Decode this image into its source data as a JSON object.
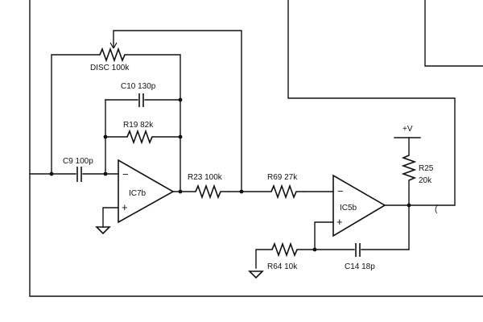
{
  "components": {
    "disc": "DISC 100k",
    "c10": "C10 130p",
    "r19": "R19 82k",
    "c9": "C9 100p",
    "ic7": "IC7b",
    "r23": "R23 100k",
    "r69": "R69 27k",
    "ic5": "IC5b",
    "r25_name": "R25",
    "r25_value": "20k",
    "vplus": "+V",
    "r64": "R64 10k",
    "c14": "C14 18p"
  },
  "op_amp_signs": {
    "minus": "−",
    "plus": "+"
  },
  "partial_glyph": "("
}
